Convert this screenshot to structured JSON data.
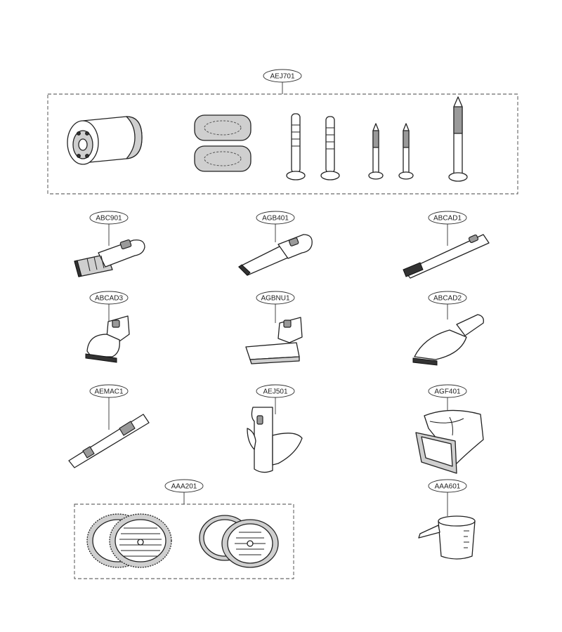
{
  "parts": [
    {
      "code": "AEJ701"
    },
    {
      "code": "ABC901"
    },
    {
      "code": "AGB401"
    },
    {
      "code": "ABCAD1"
    },
    {
      "code": "ABCAD3"
    },
    {
      "code": "AGBNU1"
    },
    {
      "code": "ABCAD2"
    },
    {
      "code": "AEMAC1"
    },
    {
      "code": "AEJ501"
    },
    {
      "code": "AGF401"
    },
    {
      "code": "AAA201"
    },
    {
      "code": "AAA601"
    }
  ],
  "colors": {
    "line": "#222222",
    "shade": "#cfcfcf",
    "dark": "#9a9a9a",
    "background": "#ffffff"
  }
}
